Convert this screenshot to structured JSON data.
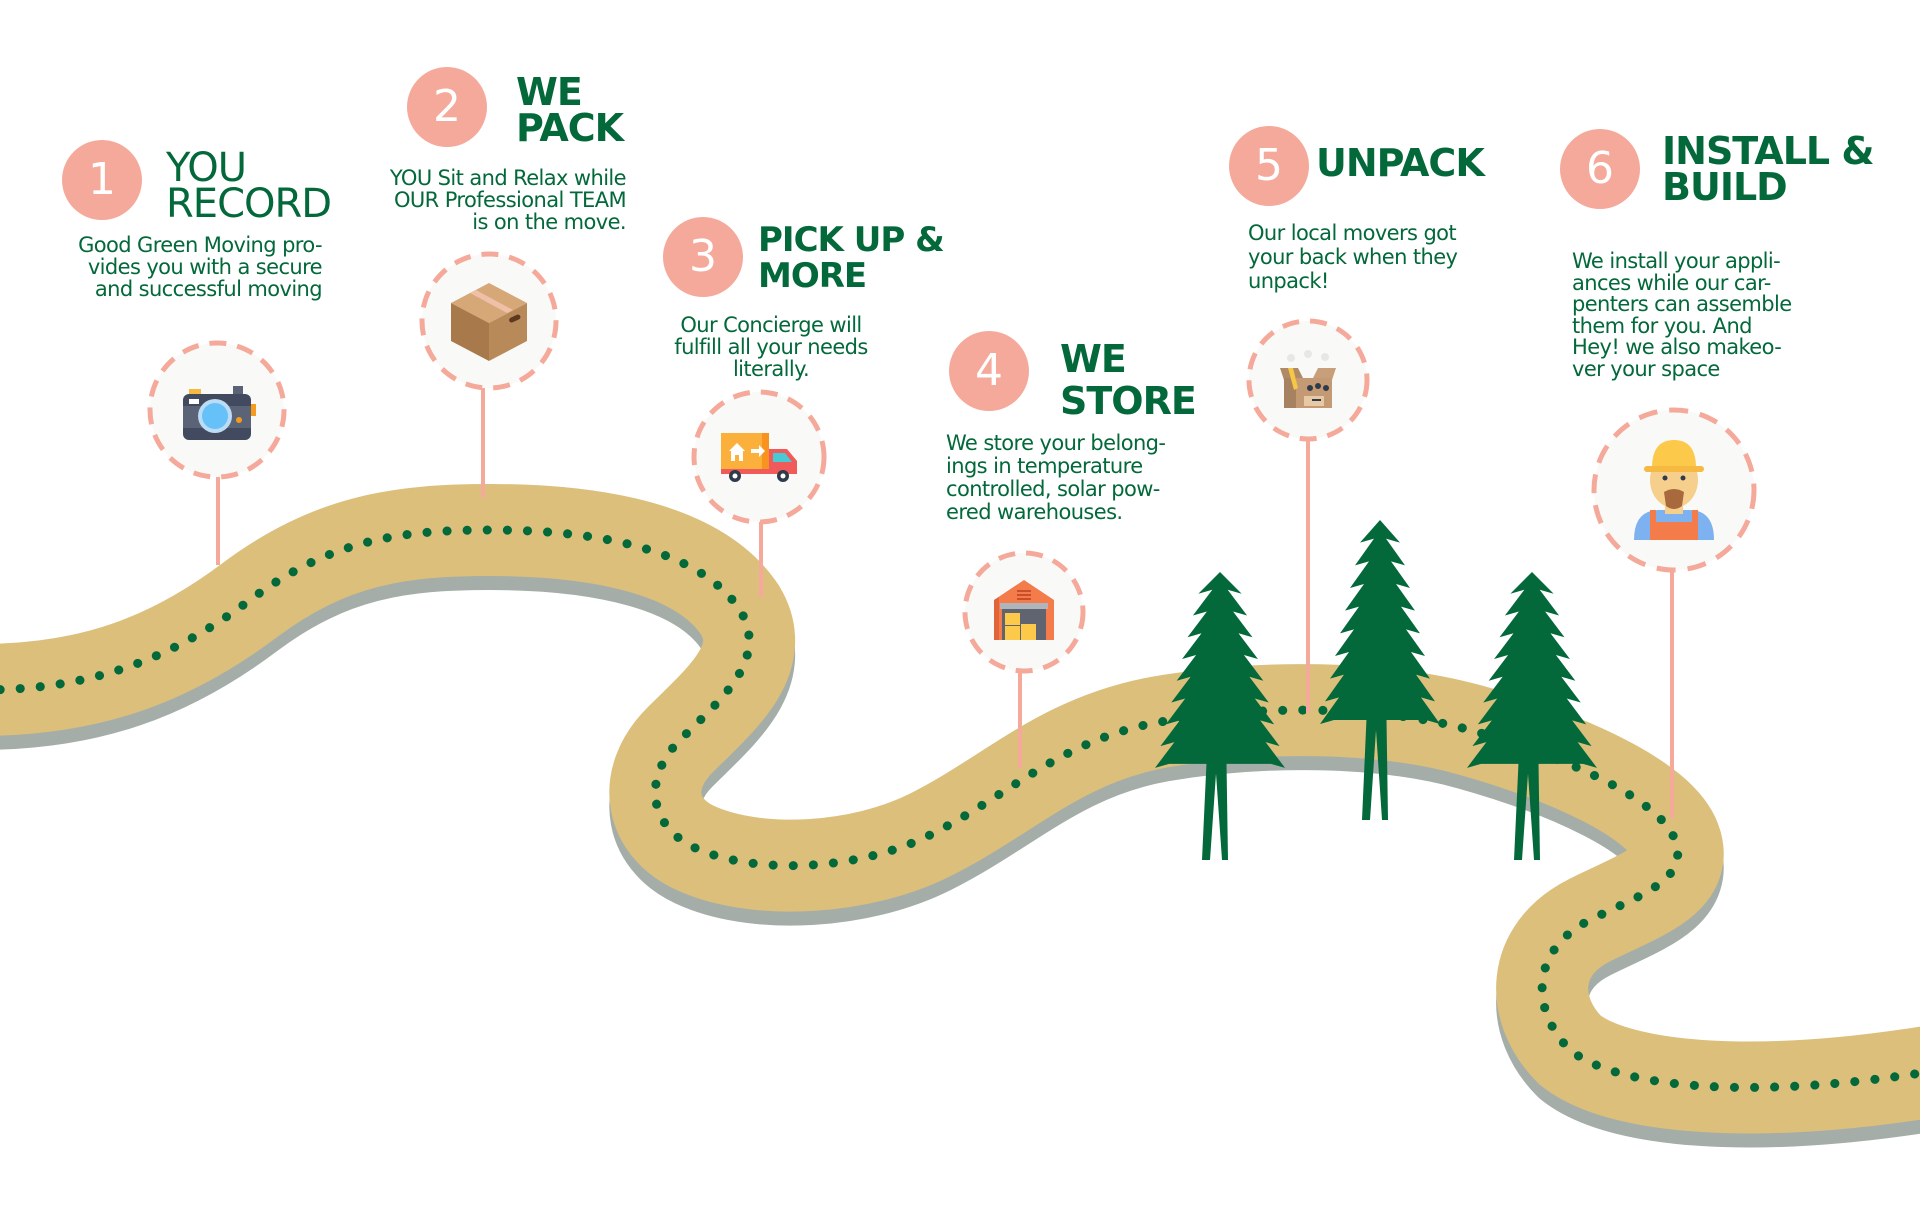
{
  "colors": {
    "accent_pink": "#f5a99a",
    "text_green": "#03683a",
    "road": "#dbbf7b",
    "road_shadow": "#a4ada8",
    "dots": "#03683a",
    "tree": "#03683a",
    "icon_bg": "#f9faf8"
  },
  "steps": [
    {
      "number": "1",
      "title_lines": [
        "YOU",
        "RECORD"
      ],
      "description_lines": [
        "Good Green Moving pro-",
        "vides you with a secure",
        "and successful moving"
      ],
      "icon": "camera-icon"
    },
    {
      "number": "2",
      "title_lines": [
        "WE",
        "PACK"
      ],
      "description_lines": [
        "YOU Sit and Relax while",
        "OUR Professional TEAM",
        "is on the move."
      ],
      "icon": "cardboard-box-icon"
    },
    {
      "number": "3",
      "title_lines": [
        "PICK UP &",
        "MORE"
      ],
      "description_lines": [
        "Our Concierge will",
        "fulfill all your needs",
        "literally."
      ],
      "icon": "moving-truck-icon"
    },
    {
      "number": "4",
      "title_lines": [
        "WE",
        "STORE"
      ],
      "description_lines": [
        "We store your belong-",
        "ings in temperature",
        "controlled, solar pow-",
        "ered warehouses."
      ],
      "icon": "warehouse-icon"
    },
    {
      "number": "5",
      "title_lines": [
        "UNPACK"
      ],
      "description_lines": [
        "Our local movers got",
        "your back when they",
        "unpack!"
      ],
      "icon": "open-box-icon"
    },
    {
      "number": "6",
      "title_lines": [
        "INSTALL &",
        "BUILD"
      ],
      "description_lines": [
        "We install your appli-",
        "ances while our car-",
        "penters can assemble",
        "them for you.  And",
        "Hey! we also makeo-",
        "ver your space"
      ],
      "icon": "worker-icon"
    }
  ]
}
